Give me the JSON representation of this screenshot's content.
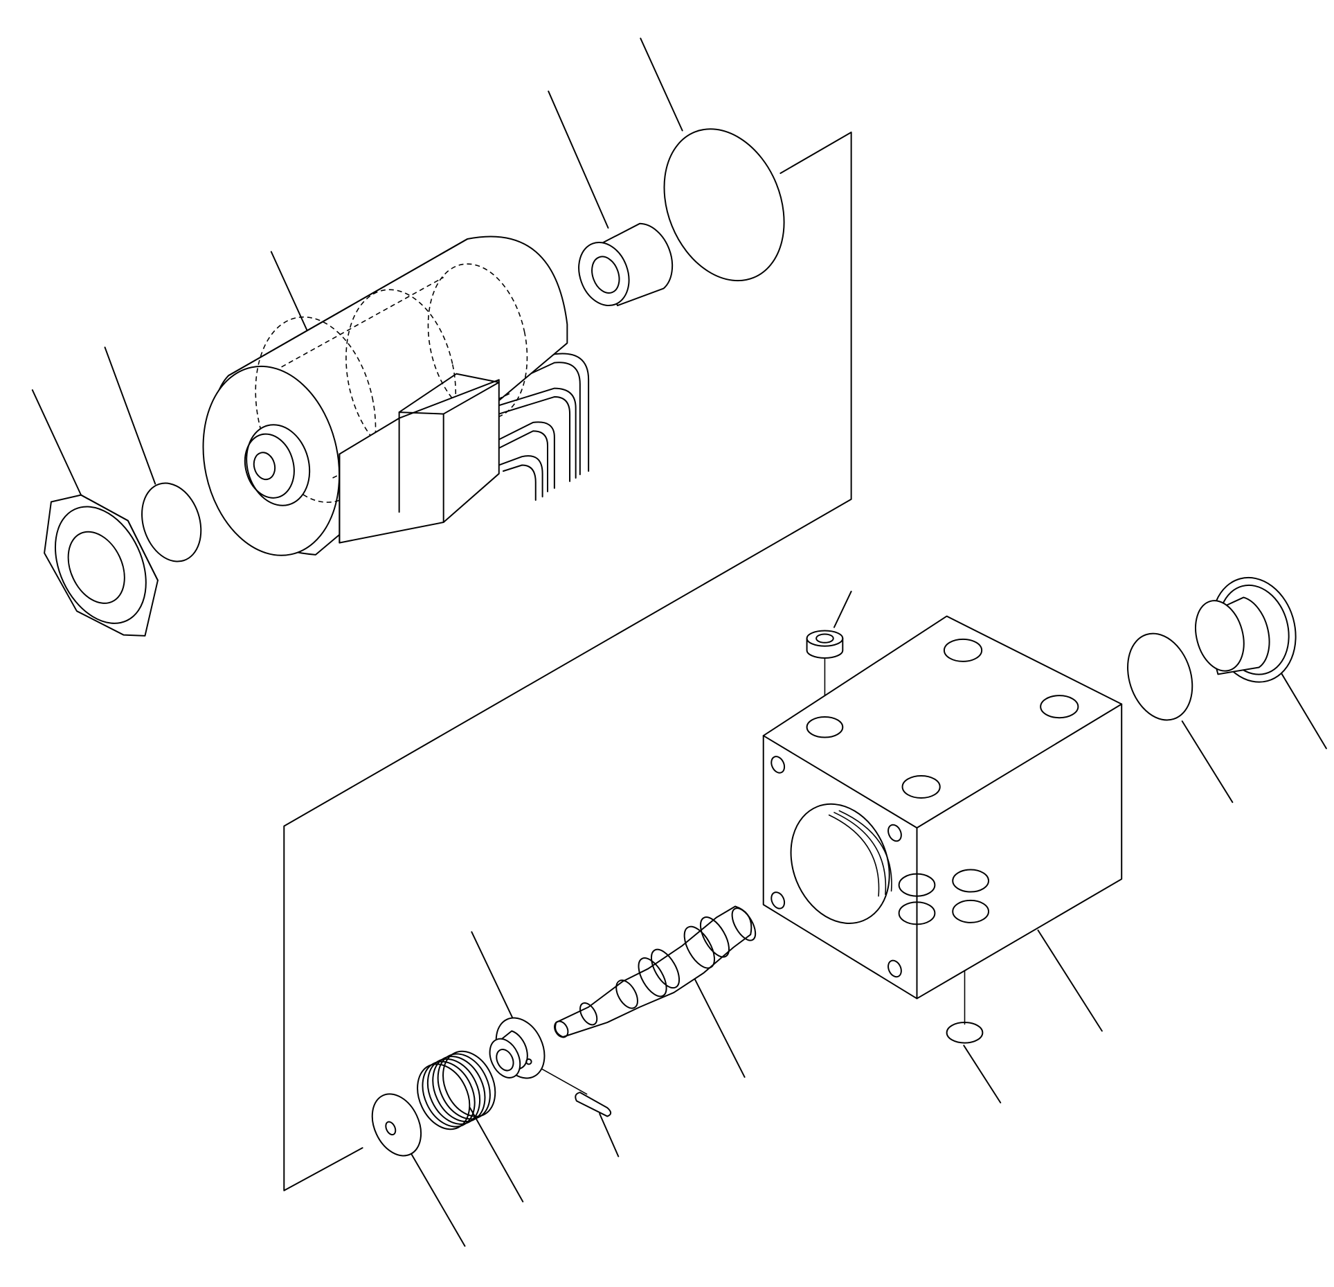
{
  "diagram": {
    "type": "exploded-view parts drawing",
    "style": "black line art on white background",
    "text_labels": [],
    "parts": [
      {
        "id": "lock-nut",
        "callout": true
      },
      {
        "id": "nut-o-ring",
        "callout": true
      },
      {
        "id": "solenoid-coil",
        "callout": true
      },
      {
        "id": "spacer-sleeve",
        "callout": true
      },
      {
        "id": "large-o-ring",
        "callout": true
      },
      {
        "id": "valve-body",
        "callout": true
      },
      {
        "id": "small-top-seal",
        "callout": true
      },
      {
        "id": "end-plug",
        "callout": true
      },
      {
        "id": "plug-o-ring",
        "callout": true
      },
      {
        "id": "port-o-ring",
        "callout": true
      },
      {
        "id": "spool",
        "callout": true
      },
      {
        "id": "spring-retainer",
        "callout": true
      },
      {
        "id": "pin",
        "callout": true
      },
      {
        "id": "spring",
        "callout": true
      },
      {
        "id": "washer",
        "callout": true
      }
    ]
  }
}
